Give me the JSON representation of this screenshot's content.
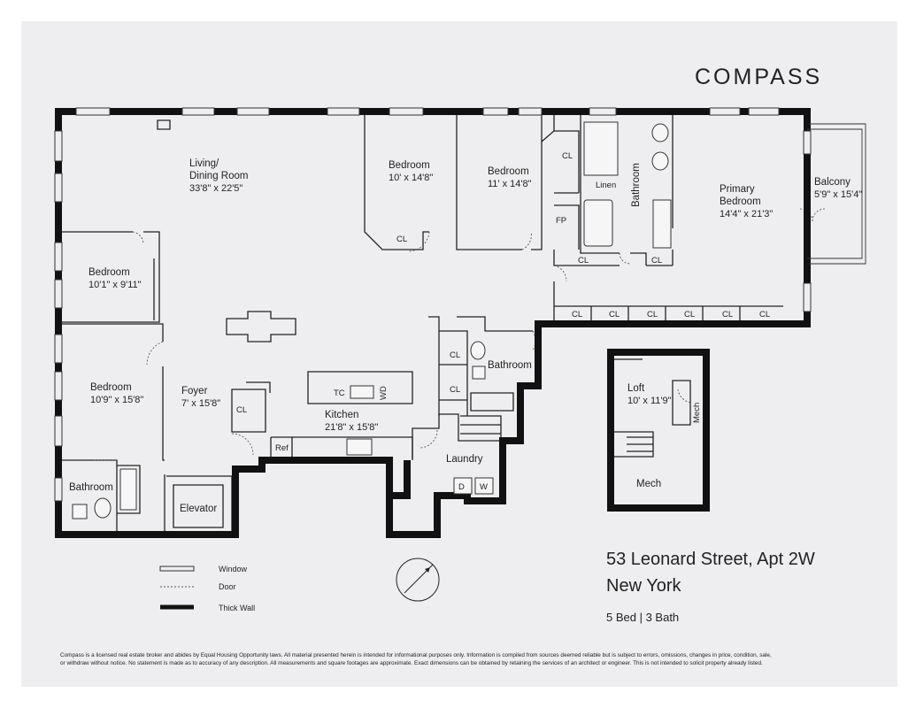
{
  "brand": {
    "logo_text": "COMPASS"
  },
  "listing": {
    "address": "53 Leonard Street, Apt 2W",
    "city": "New York",
    "summary": "5 Bed | 3 Bath"
  },
  "rooms": {
    "living": {
      "name_1": "Living/",
      "name_2": "Dining Room",
      "dim": "33'8\" x 22'5\""
    },
    "bedroom_a": {
      "name": "Bedroom",
      "dim": "10' x 14'8\""
    },
    "bedroom_b": {
      "name": "Bedroom",
      "dim": "11' x 14'8\""
    },
    "primary": {
      "name_1": "Primary",
      "name_2": "Bedroom",
      "dim": "14'4\" x 21'3\""
    },
    "balcony": {
      "name": "Balcony",
      "dim": "5'9\" x 15'4\""
    },
    "bedroom_c": {
      "name": "Bedroom",
      "dim": "10'1\" x 9'11\""
    },
    "bedroom_d": {
      "name": "Bedroom",
      "dim": "10'9\" x 15'8\""
    },
    "foyer": {
      "name": "Foyer",
      "dim": "7' x 15'8\""
    },
    "kitchen": {
      "name": "Kitchen",
      "dim": "21'8\" x 15'8\""
    },
    "laundry": {
      "name": "Laundry"
    },
    "bathroom_mid": {
      "name": "Bathroom"
    },
    "bathroom_left": {
      "name": "Bathroom"
    },
    "bathroom_primary": {
      "name": "Bathroom"
    },
    "loft": {
      "name": "Loft",
      "dim": "10' x 11'9\""
    },
    "elevator": {
      "name": "Elevator"
    },
    "mech_room": {
      "name": "Mech"
    }
  },
  "fixtures": {
    "cl": "CL",
    "linen": "Linen",
    "fp": "FP",
    "ref": "Ref",
    "washer": "W",
    "dryer": "D",
    "tc": "TC",
    "wd": "WD",
    "mech_small": "Mech"
  },
  "legend": {
    "window": "Window",
    "door": "Door",
    "thick_wall": "Thick Wall"
  },
  "disclaimer": {
    "line_1": "Compass is a licensed real estate broker and abides by Equal Housing Opportunity laws. All material presented herein is intended for informational purposes only. Information is compiled from sources deemed reliable but is subject to errors, omissions, changes in price, condition, sale,",
    "line_2": "or withdraw without notice. No statement is made as to accuracy of any description. All measurements and square footages are approximate. Exact dimensions can be obtained by retaining the services of an architect or engineer. This is not intended to solicit property already listed."
  }
}
